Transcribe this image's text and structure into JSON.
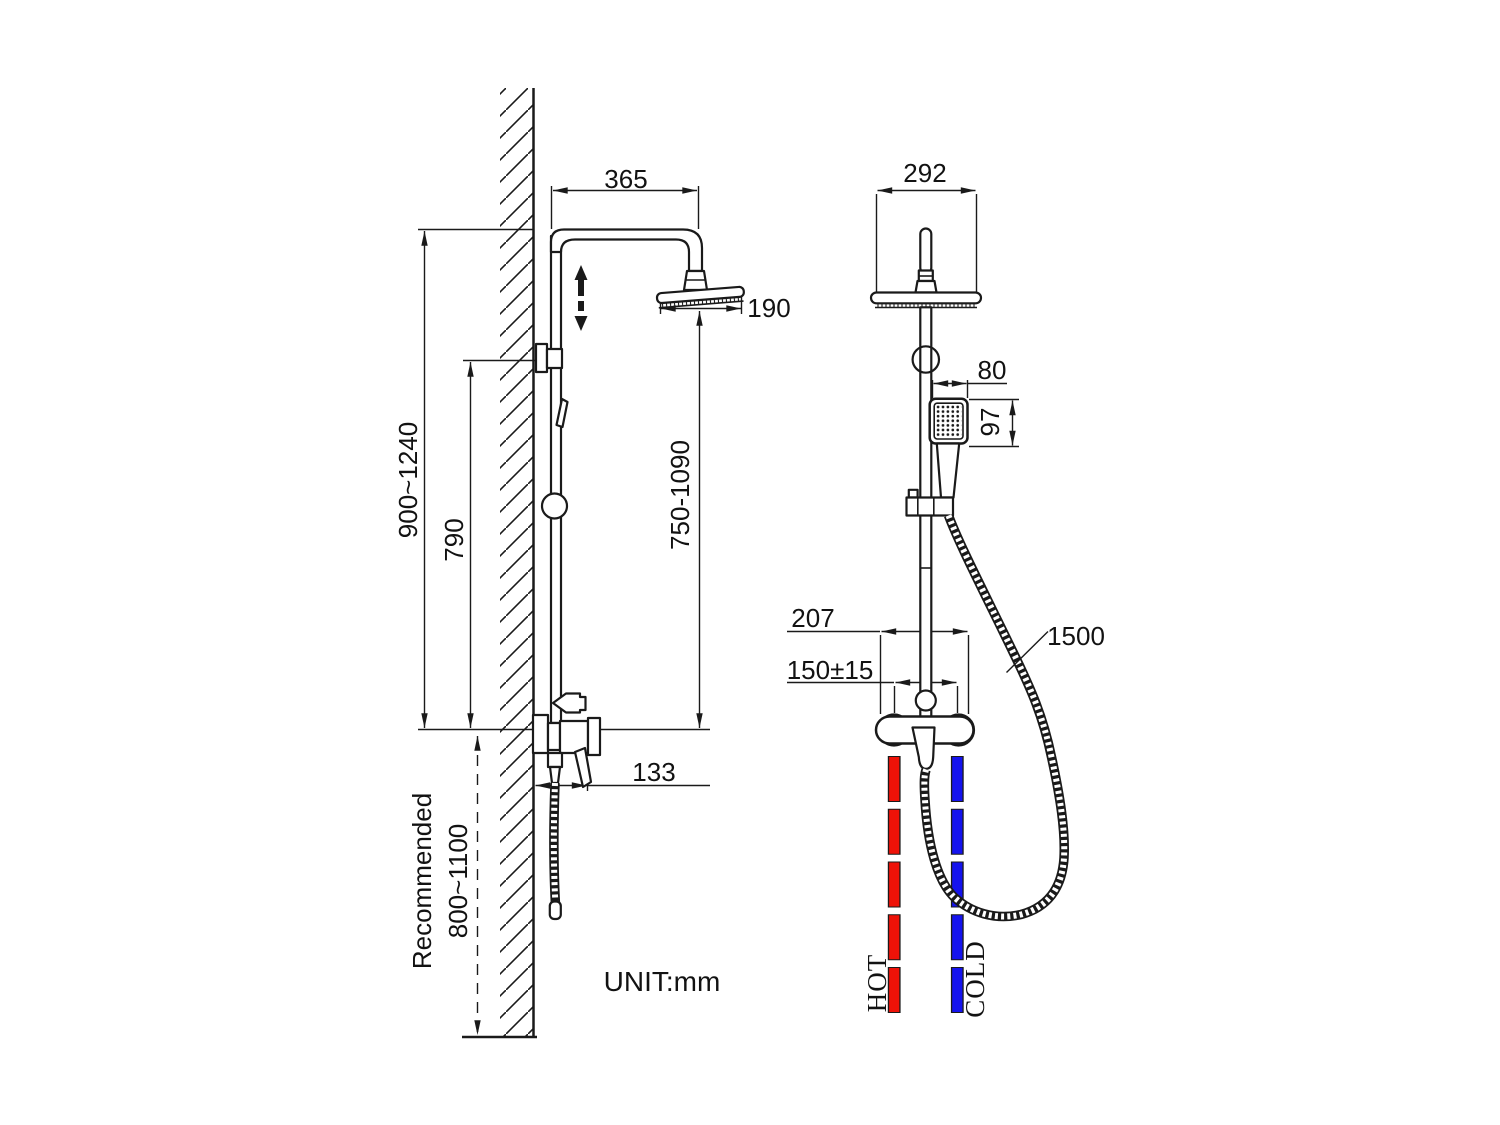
{
  "drawing": {
    "unit_note": "UNIT:mm",
    "side_view": {
      "arm_projection": "365",
      "rain_head_width": "190",
      "riser_height_range": "900~1240",
      "bracket_height": "790",
      "head_height_range": "750-1090",
      "spout_projection": "133",
      "recommended_label": "Recommended",
      "recommended_range": "800~1100"
    },
    "front_view": {
      "rain_head_width": "292",
      "hand_shower_width": "80",
      "hand_shower_height": "97",
      "mixer_width": "207",
      "inlet_spacing": "150±15",
      "hose_length": "1500",
      "hot_inlet_label": "HOT",
      "cold_inlet_label": "COLD"
    },
    "colors": {
      "hot": "#ee1208",
      "cold": "#1513ee",
      "ink": "#1a1a1a"
    }
  }
}
